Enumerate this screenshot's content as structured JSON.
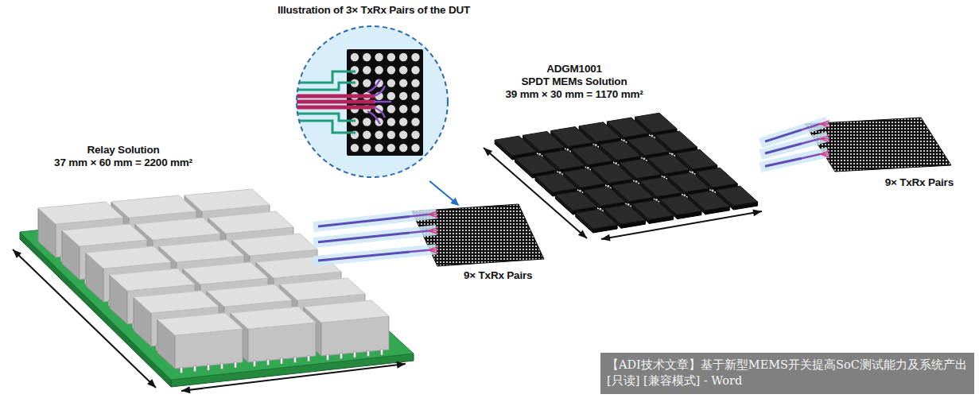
{
  "diagram": {
    "nodes": [
      {
        "text": [
          "Illustration of 3× TxRx Pairs of the DUT"
        ]
      },
      {
        "text": [
          "ADGM1001",
          "SPDT MEMs Solution",
          "39 mm × 30 mm = 1170 mm²"
        ]
      },
      {
        "text": [
          "Relay Solution",
          "37 mm × 60 mm = 2200 mm²"
        ]
      },
      {
        "text": [
          "9× TxRx Pairs"
        ]
      },
      {
        "text": [
          "9× TxRx Pairs"
        ]
      }
    ],
    "edges": [
      {
        "from": 0,
        "to": 3,
        "arrow": "to"
      },
      {
        "from": 2,
        "to": 3,
        "arrow": "none"
      },
      {
        "from": 2,
        "to": 3,
        "arrow": "none"
      },
      {
        "from": 2,
        "to": 3,
        "arrow": "none"
      },
      {
        "from": 1,
        "to": 4,
        "arrow": "none"
      },
      {
        "from": 1,
        "to": 4,
        "arrow": "none"
      },
      {
        "from": 1,
        "to": 4,
        "arrow": "none"
      }
    ],
    "labels": [
      "【ADI技术文章】基于新型MEMS开关提高SoC测试能力及系统产出 [只读] [兼容模式] - Word"
    ]
  }
}
